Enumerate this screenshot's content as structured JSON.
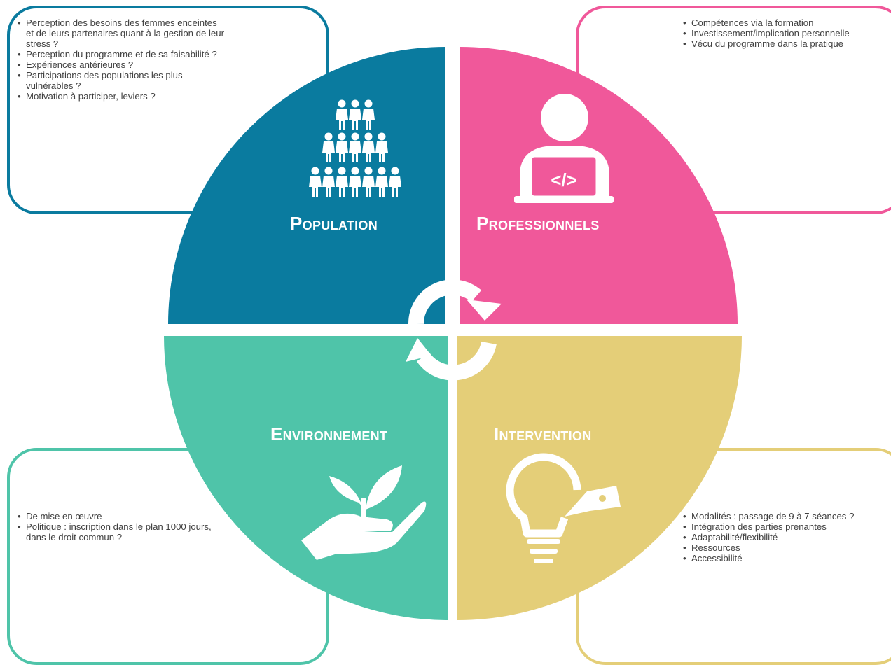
{
  "quadrants": {
    "population": {
      "title": "Population",
      "color": "#0a7b9f",
      "icon": "people-pyramid-icon",
      "items": [
        "Perception des besoins des femmes enceintes et de leurs partenaires quant à la gestion de leur stress ?",
        "Perception du programme et de sa faisabilité ?",
        "Expériences antérieures ?",
        "Participations des populations les plus vulnérables ?",
        "Motivation à participer, leviers ?"
      ]
    },
    "professionnels": {
      "title": "Professionnels",
      "color": "#f0589a",
      "icon": "person-laptop-icon",
      "items": [
        "Compétences via la formation",
        "Investissement/implication personnelle",
        "Vécu du programme dans la pratique"
      ]
    },
    "environnement": {
      "title": "Environnement",
      "color": "#4fc4a9",
      "icon": "hand-plant-icon",
      "items": [
        "De mise en œuvre",
        "Politique : inscription dans le plan 1000 jours, dans le droit commun ?"
      ]
    },
    "intervention": {
      "title": "Intervention",
      "color": "#e4ce78",
      "icon": "lightbulb-tag-icon",
      "items": [
        "Modalités : passage de 9 à 7 séances ?",
        "Intégration des parties prenantes",
        "Adaptabilité/flexibilité",
        "Ressources",
        "Accessibilité"
      ]
    }
  },
  "center_icon": "cycle-arrows-icon"
}
